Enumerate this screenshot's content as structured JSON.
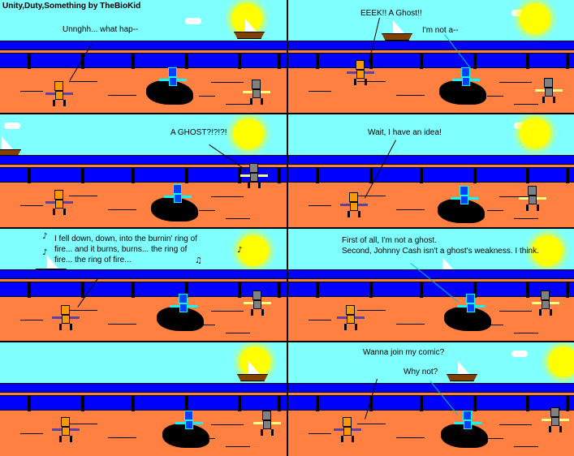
{
  "comic": {
    "title": "Unity,Duty,Something by TheBioKid",
    "panels": [
      {
        "lines": [
          "Unnghh... what hap--"
        ]
      },
      {
        "lines": [
          "EEEK!! A Ghost!!",
          "I'm not a--"
        ]
      },
      {
        "lines": [
          "A GHOST?!?!?!"
        ]
      },
      {
        "lines": [
          "Wait, I have an idea!"
        ]
      },
      {
        "lines": [
          "I fell down, down, into the burnin' ring of",
          "fire... and it burns, burns... the ring of",
          "fire... the ring of fire..."
        ],
        "icons": [
          "music-note-icon"
        ]
      },
      {
        "lines": [
          "First of all, I'm not a ghost.",
          "Second, Johnny Cash isn't a ghost's weakness. I think."
        ]
      },
      {
        "lines": [
          "Wanna join my comic?",
          "Why not?"
        ]
      },
      {
        "lines": []
      }
    ]
  },
  "colors": {
    "sky": "#80ffff",
    "sea": "#0000ff",
    "ground": "#ff8040",
    "sun": "#ffff00"
  }
}
